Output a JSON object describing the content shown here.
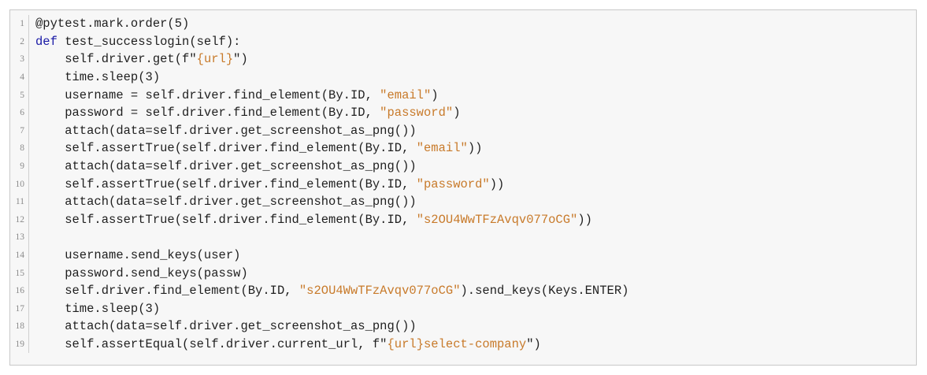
{
  "code": {
    "lines": [
      {
        "no": "1",
        "tokens": [
          {
            "t": "plain",
            "s": "@pytest.mark.order(5)"
          }
        ]
      },
      {
        "no": "2",
        "tokens": [
          {
            "t": "kw",
            "s": "def"
          },
          {
            "t": "plain",
            "s": " test_successlogin(self):"
          }
        ]
      },
      {
        "no": "3",
        "tokens": [
          {
            "t": "plain",
            "s": "    self.driver.get(f\""
          },
          {
            "t": "str",
            "s": "{url}"
          },
          {
            "t": "plain",
            "s": "\")"
          }
        ]
      },
      {
        "no": "4",
        "tokens": [
          {
            "t": "plain",
            "s": "    time.sleep(3)"
          }
        ]
      },
      {
        "no": "5",
        "tokens": [
          {
            "t": "plain",
            "s": "    username = self.driver.find_element(By.ID, "
          },
          {
            "t": "str",
            "s": "\"email\""
          },
          {
            "t": "plain",
            "s": ")"
          }
        ]
      },
      {
        "no": "6",
        "tokens": [
          {
            "t": "plain",
            "s": "    password = self.driver.find_element(By.ID, "
          },
          {
            "t": "str",
            "s": "\"password\""
          },
          {
            "t": "plain",
            "s": ")"
          }
        ]
      },
      {
        "no": "7",
        "tokens": [
          {
            "t": "plain",
            "s": "    attach(data=self.driver.get_screenshot_as_png())"
          }
        ]
      },
      {
        "no": "8",
        "tokens": [
          {
            "t": "plain",
            "s": "    self.assertTrue(self.driver.find_element(By.ID, "
          },
          {
            "t": "str",
            "s": "\"email\""
          },
          {
            "t": "plain",
            "s": "))"
          }
        ]
      },
      {
        "no": "9",
        "tokens": [
          {
            "t": "plain",
            "s": "    attach(data=self.driver.get_screenshot_as_png())"
          }
        ]
      },
      {
        "no": "10",
        "tokens": [
          {
            "t": "plain",
            "s": "    self.assertTrue(self.driver.find_element(By.ID, "
          },
          {
            "t": "str",
            "s": "\"password\""
          },
          {
            "t": "plain",
            "s": "))"
          }
        ]
      },
      {
        "no": "11",
        "tokens": [
          {
            "t": "plain",
            "s": "    attach(data=self.driver.get_screenshot_as_png())"
          }
        ]
      },
      {
        "no": "12",
        "tokens": [
          {
            "t": "plain",
            "s": "    self.assertTrue(self.driver.find_element(By.ID, "
          },
          {
            "t": "str",
            "s": "\"s2OU4WwTFzAvqv077oCG\""
          },
          {
            "t": "plain",
            "s": "))"
          }
        ]
      },
      {
        "no": "13",
        "tokens": [
          {
            "t": "plain",
            "s": ""
          }
        ]
      },
      {
        "no": "14",
        "tokens": [
          {
            "t": "plain",
            "s": "    username.send_keys(user)"
          }
        ]
      },
      {
        "no": "15",
        "tokens": [
          {
            "t": "plain",
            "s": "    password.send_keys(passw)"
          }
        ]
      },
      {
        "no": "16",
        "tokens": [
          {
            "t": "plain",
            "s": "    self.driver.find_element(By.ID, "
          },
          {
            "t": "str",
            "s": "\"s2OU4WwTFzAvqv077oCG\""
          },
          {
            "t": "plain",
            "s": ").send_keys(Keys.ENTER)"
          }
        ]
      },
      {
        "no": "17",
        "tokens": [
          {
            "t": "plain",
            "s": "    time.sleep(3)"
          }
        ]
      },
      {
        "no": "18",
        "tokens": [
          {
            "t": "plain",
            "s": "    attach(data=self.driver.get_screenshot_as_png())"
          }
        ]
      },
      {
        "no": "19",
        "tokens": [
          {
            "t": "plain",
            "s": "    self.assertEqual(self.driver.current_url, f\""
          },
          {
            "t": "str",
            "s": "{url}select-company"
          },
          {
            "t": "plain",
            "s": "\")"
          }
        ]
      }
    ]
  },
  "colors": {
    "keyword": "#1a1aa6",
    "string": "#c87a2a",
    "text": "#1f1f1f",
    "line_number": "#8a8a8a"
  }
}
